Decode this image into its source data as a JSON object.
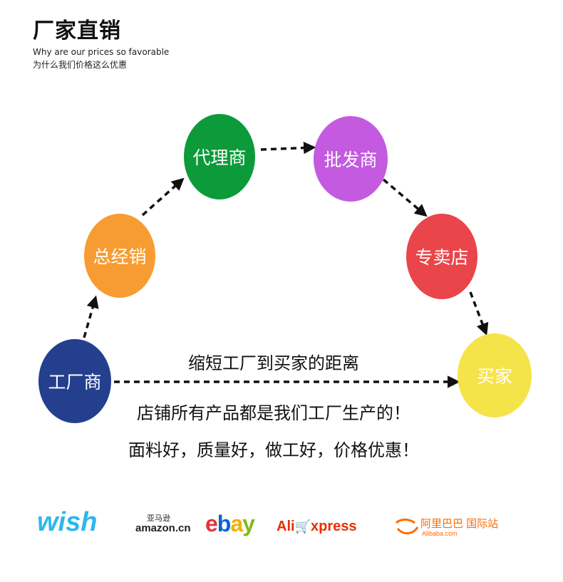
{
  "header": {
    "title": "厂家直销",
    "subtitle_en": "Why are our prices so favorable",
    "subtitle_cn": "为什么我们价格这么优惠"
  },
  "nodes": {
    "factory": "工厂商",
    "general": "总经销",
    "agent": "代理商",
    "wholesale": "批发商",
    "store": "专卖店",
    "buyer": "买家"
  },
  "texts": {
    "shorten": "缩短工厂到买家的距离",
    "own_factory": "店铺所有产品都是我们工厂生产的！",
    "quality": "面料好，质量好，做工好，价格优惠！"
  },
  "logos": {
    "wish": "wish",
    "amazon_cn": "亚马逊",
    "amazon": "amazon.cn",
    "ebay": [
      "e",
      "b",
      "a",
      "y"
    ],
    "ali_prefix": "Ali",
    "ali_cart": "🛒",
    "ali_suffix": "xpress",
    "alibaba_cn": "阿里巴巴 国际站",
    "alibaba_en": "Alibaba.com"
  },
  "colors": {
    "factory": "#233f8d",
    "general": "#f79c32",
    "agent": "#0c9a3a",
    "wholesale": "#c35ae0",
    "store": "#e9454a",
    "buyer": "#f5e34a"
  }
}
